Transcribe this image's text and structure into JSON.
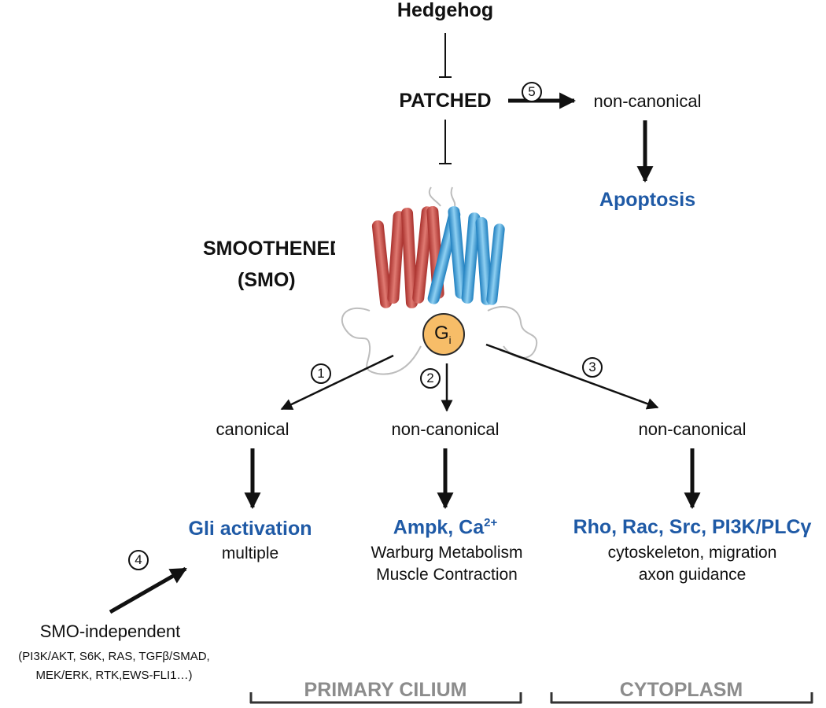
{
  "ligand": "Hedgehog",
  "receptor": "PATCHED",
  "smo_label": {
    "line1": "SMOOTHENED",
    "line2": "(SMO)"
  },
  "g_protein": {
    "letter": "G",
    "subscript": "i"
  },
  "pathway_numbers": [
    "1",
    "2",
    "3",
    "4",
    "5"
  ],
  "patched_branch": {
    "type": "non-canonical",
    "outcome": "Apoptosis"
  },
  "branches": [
    {
      "type": "canonical",
      "outcome": "Gli activation",
      "details": [
        "multiple"
      ]
    },
    {
      "type": "non-canonical",
      "outcome": "Ampk, Ca",
      "outcome_sup": "2+",
      "details": [
        "Warburg Metabolism",
        "Muscle Contraction"
      ]
    },
    {
      "type": "non-canonical",
      "outcome": "Rho, Rac, Src, PI3K/PLCγ",
      "details": [
        "cytoskeleton, migration",
        "axon guidance"
      ]
    }
  ],
  "smo_independent": {
    "title": "SMO-independent",
    "line1": "(PI3K/AKT, S6K, RAS, TGFβ/SMAD,",
    "line2": "MEK/ERK, RTK,EWS-FLI1…)"
  },
  "compartments": [
    "PRIMARY CILIUM",
    "CYTOPLASM"
  ],
  "colors": {
    "helix_red": "#c94a45",
    "helix_blue": "#3a9fd8",
    "g_protein_fill": "#f7bd68",
    "highlight_text": "#1f5aa6",
    "compartment_text": "#8c8c8c"
  }
}
